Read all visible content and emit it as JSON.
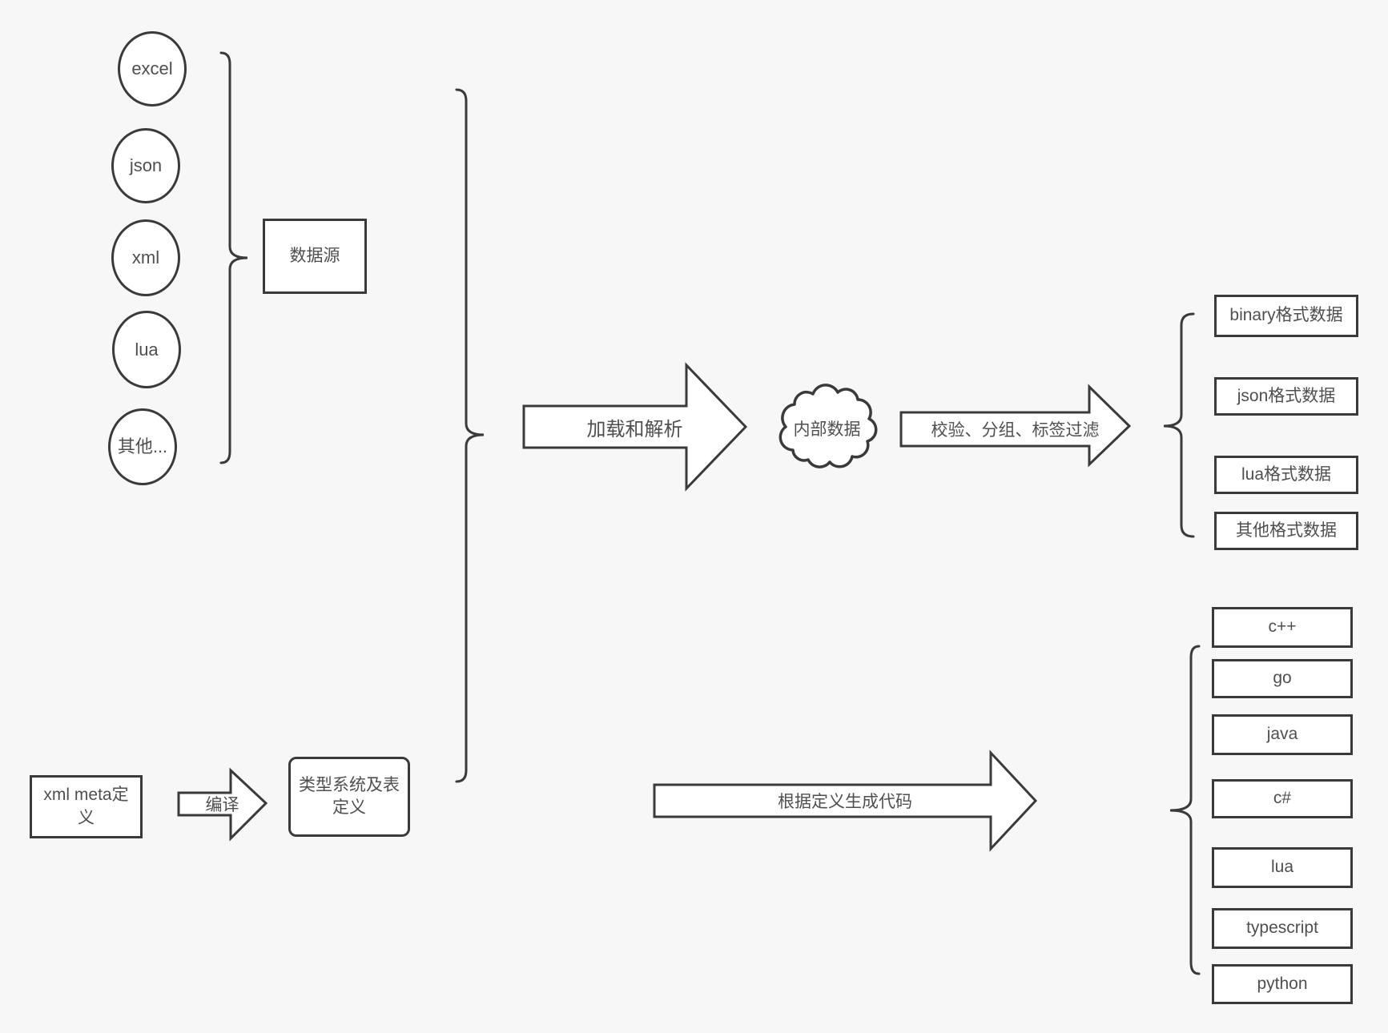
{
  "colors": {
    "background": "#f7f7f7",
    "stroke": "#3a3a3a",
    "text": "#4f4f4f",
    "node_fill": "#ffffff"
  },
  "sources": {
    "items": [
      {
        "label": "excel"
      },
      {
        "label": "json"
      },
      {
        "label": "xml"
      },
      {
        "label": "lua"
      },
      {
        "label": "其他..."
      }
    ],
    "group_label": "数据源"
  },
  "flow": {
    "load_arrow_label": "加载和解析",
    "internal_data_label": "内部数据",
    "filter_arrow_label": "校验、分组、标签过滤"
  },
  "outputs": {
    "data_formats": [
      {
        "label": "binary格式数据"
      },
      {
        "label": "json格式数据"
      },
      {
        "label": "lua格式数据"
      },
      {
        "label": "其他格式数据"
      }
    ],
    "languages": [
      {
        "label": "c++"
      },
      {
        "label": "go"
      },
      {
        "label": "java"
      },
      {
        "label": "c#"
      },
      {
        "label": "lua"
      },
      {
        "label": "typescript"
      },
      {
        "label": "python"
      }
    ]
  },
  "definition": {
    "meta_box_label": "xml meta定义",
    "compile_arrow_label": "编译",
    "type_system_box_label": "类型系统及表定义",
    "codegen_arrow_label": "根据定义生成代码"
  }
}
